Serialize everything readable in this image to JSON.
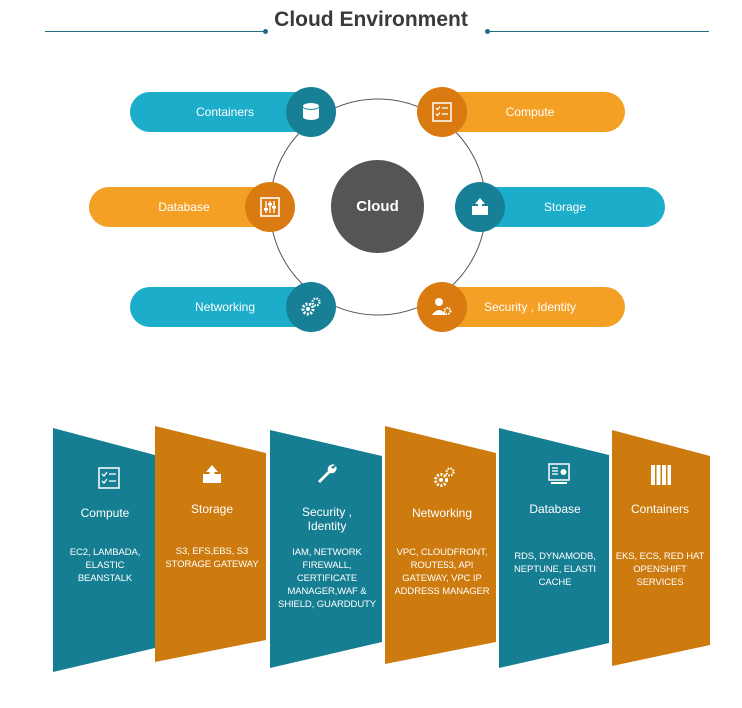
{
  "title": "Cloud Environment",
  "center_label": "Cloud",
  "services": {
    "containers": "Containers",
    "compute": "Compute",
    "database": "Database",
    "storage": "Storage",
    "networking": "Networking",
    "security": "Security , Identity"
  },
  "cards": [
    {
      "title": "Compute",
      "desc": "EC2, LAMBADA,\nELASTIC\nBEANSTALK",
      "icon": "checklist-icon",
      "color": "#167e92"
    },
    {
      "title": "Storage",
      "desc": "S3, EFS,EBS, S3\nSTORAGE GATEWAY",
      "icon": "upload-box-icon",
      "color": "#cd7a0e"
    },
    {
      "title": "Security ,\nIdentity",
      "desc": "IAM, NETWORK\nFIREWALL,\nCERTIFICATE\nMANAGER,WAF &\nSHIELD, GUARDDUTY",
      "icon": "wrench-icon",
      "color": "#167e92"
    },
    {
      "title": "Networking",
      "desc": "VPC, CLOUDFRONT,\nROUTE53, API\nGATEWAY, VPC IP\nADDRESS MANAGER",
      "icon": "gears-icon",
      "color": "#cd7a0e"
    },
    {
      "title": "Database",
      "desc": "RDS, DYNAMODB,\nNEPTUNE, ELASTI\nCACHE",
      "icon": "database-screen-icon",
      "color": "#167e92"
    },
    {
      "title": "Containers",
      "desc": "EKS, ECS, RED HAT\nOPENSHIFT SERVICES",
      "icon": "columns-icon",
      "color": "#cd7a0e"
    }
  ],
  "colors": {
    "teal": "#1badc9",
    "teal_dark": "#177f96",
    "orange": "#f4a025",
    "orange_dark": "#d97b10",
    "center": "#555555"
  }
}
